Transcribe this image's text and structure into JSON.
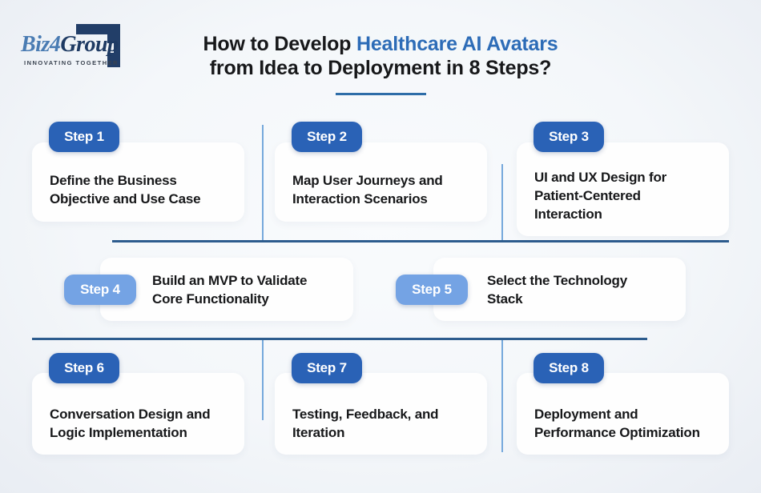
{
  "logo": {
    "biz": "Biz",
    "four": "4",
    "group": "Group",
    "tagline": "INNOVATING TOGETHER"
  },
  "header": {
    "title_prefix": "How to Develop ",
    "title_highlight": "Healthcare AI Avatars",
    "title_line2": "from Idea to Deployment in 8 Steps?"
  },
  "steps": [
    {
      "label": "Step 1",
      "text": "Define the Business Objective and Use Case"
    },
    {
      "label": "Step 2",
      "text": "Map User Journeys and Interaction Scenarios"
    },
    {
      "label": "Step 3",
      "text": "UI and UX Design for Patient-Centered Interaction"
    },
    {
      "label": "Step 4",
      "text": "Build an MVP to Validate Core Functionality"
    },
    {
      "label": "Step 5",
      "text": "Select the Technology Stack"
    },
    {
      "label": "Step 6",
      "text": "Conversation Design and Logic Implementation"
    },
    {
      "label": "Step 7",
      "text": "Testing, Feedback, and Iteration"
    },
    {
      "label": "Step 8",
      "text": "Deployment and Performance Optimization"
    }
  ],
  "colors": {
    "badge_dark": "#2a62b6",
    "badge_light": "#74a3e4",
    "title_accent": "#2d6cb7",
    "connector_dark": "#2d5c8e",
    "connector_light": "#76a9dc",
    "background": "#f4f7fa",
    "card": "#fefefe"
  }
}
